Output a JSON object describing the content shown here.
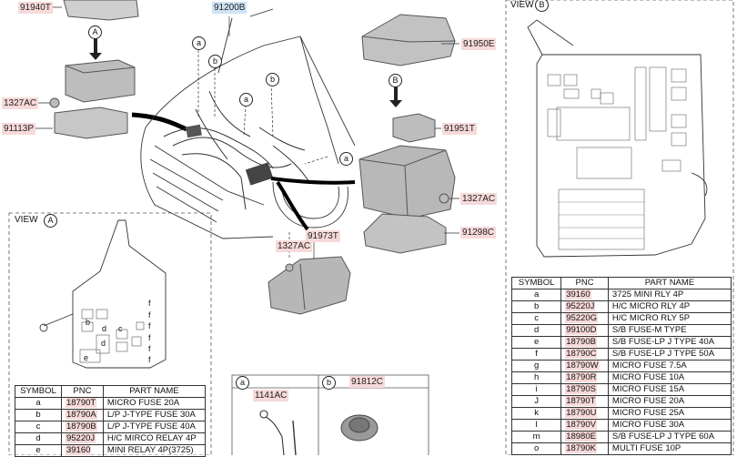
{
  "callouts": {
    "p91940T": "91940T",
    "p91200B": "91200B",
    "p91950E": "91950E",
    "p1327AC_a": "1327AC",
    "p91113P": "91113P",
    "p91951T": "91951T",
    "p1327AC_b": "1327AC",
    "p91298C": "91298C",
    "p91973T": "91973T",
    "p1327AC_c": "1327AC"
  },
  "markers": {
    "A": "A",
    "B": "B",
    "a": "a",
    "b": "b"
  },
  "view_a": {
    "title": "VIEW",
    "letter": "A",
    "cells": [
      "f",
      "f",
      "f",
      "f",
      "f",
      "f",
      "b",
      "d",
      "d",
      "c",
      "e"
    ],
    "headers": [
      "SYMBOL",
      "PNC",
      "PART NAME"
    ],
    "rows": [
      {
        "symbol": "a",
        "pnc": "18790T",
        "name": "MICRO FUSE 20A"
      },
      {
        "symbol": "b",
        "pnc": "18790A",
        "name": "L/P J-TYPE FUSE 30A"
      },
      {
        "symbol": "c",
        "pnc": "18790B",
        "name": "L/P J-TYPE FUSE 40A"
      },
      {
        "symbol": "d",
        "pnc": "95220J",
        "name": "H/C MIRCO RELAY 4P"
      },
      {
        "symbol": "e",
        "pnc": "39160",
        "name": "MINI RELAY 4P(3725)"
      }
    ]
  },
  "view_b": {
    "title": "VIEW",
    "letter": "B",
    "headers": [
      "SYMBOL",
      "PNC",
      "PART NAME"
    ],
    "rows": [
      {
        "symbol": "a",
        "pnc": "39160",
        "name": "3725 MINI RLY 4P"
      },
      {
        "symbol": "b",
        "pnc": "95220J",
        "name": "H/C MICRO RLY 4P"
      },
      {
        "symbol": "c",
        "pnc": "95220G",
        "name": "H/C MICRO RLY 5P"
      },
      {
        "symbol": "d",
        "pnc": "99100D",
        "name": "S/B FUSE-M TYPE"
      },
      {
        "symbol": "e",
        "pnc": "18790B",
        "name": "S/B FUSE-LP J TYPE 40A"
      },
      {
        "symbol": "f",
        "pnc": "18790C",
        "name": "S/B FUSE-LP J TYPE 50A"
      },
      {
        "symbol": "g",
        "pnc": "18790W",
        "name": "MICRO FUSE 7.5A"
      },
      {
        "symbol": "h",
        "pnc": "18790R",
        "name": "MICRO FUSE 10A"
      },
      {
        "symbol": "i",
        "pnc": "18790S",
        "name": "MICRO FUSE 15A"
      },
      {
        "symbol": "J",
        "pnc": "18790T",
        "name": "MICRO FUSE 20A"
      },
      {
        "symbol": "k",
        "pnc": "18790U",
        "name": "MICRO FUSE 25A"
      },
      {
        "symbol": "l",
        "pnc": "18790V",
        "name": "MICRO FUSE 30A"
      },
      {
        "symbol": "m",
        "pnc": "18980E",
        "name": "S/B FUSE-LP J TYPE 60A"
      },
      {
        "symbol": "o",
        "pnc": "18790K",
        "name": "MULTI FUSE 10P"
      }
    ]
  },
  "bottom_box": {
    "a_label": "a",
    "a_pnc": "1141AC",
    "b_label": "b",
    "b_pnc": "91812C"
  }
}
